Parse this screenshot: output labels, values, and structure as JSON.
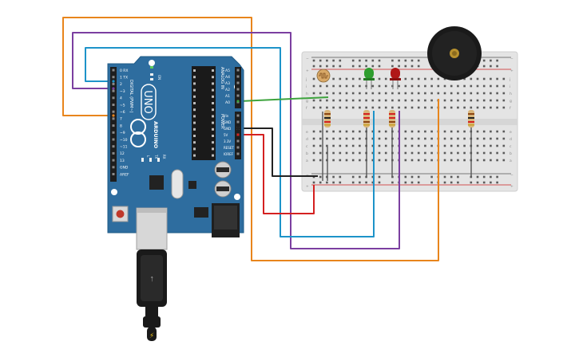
{
  "arduino": {
    "model": "UNO",
    "brand": "ARDUINO",
    "on_label": "ON",
    "tx_label": "TX",
    "rx_label": "RX",
    "l_label": "L",
    "digital_header": "DIGITAL (PWM~)",
    "analog_header": "ANALOG IN",
    "power_header": "POWER",
    "digital_pins": [
      "0 RX",
      "1 TX",
      "2",
      "~3",
      "4",
      "~5",
      "~6",
      "7",
      "8",
      "~9",
      "~10",
      "~11",
      "12",
      "13",
      "GND",
      "AREF"
    ],
    "analog_pins": [
      "A5",
      "A4",
      "A3",
      "A2",
      "A1",
      "A0"
    ],
    "power_pins": [
      "Vin",
      "GND",
      "GND",
      "5V",
      "3.3V",
      "RESET",
      "IOREF"
    ]
  },
  "breadboard": {
    "row_letters_top": [
      "j",
      "i",
      "h",
      "g",
      "f"
    ],
    "row_letters_bottom": [
      "e",
      "d",
      "c",
      "b",
      "a"
    ],
    "plus": "+",
    "minus": "−"
  },
  "components": {
    "led_green_color": "#2e9e2e",
    "led_red_color": "#b01818",
    "buzzer_color": "#1a1a1a",
    "usb_symbol": "usb"
  },
  "wire_colors": {
    "orange": "#e8851c",
    "purple": "#7b3fa0",
    "blue": "#1d93c9",
    "green": "#3da33d",
    "black": "#222222",
    "red": "#d42020"
  }
}
